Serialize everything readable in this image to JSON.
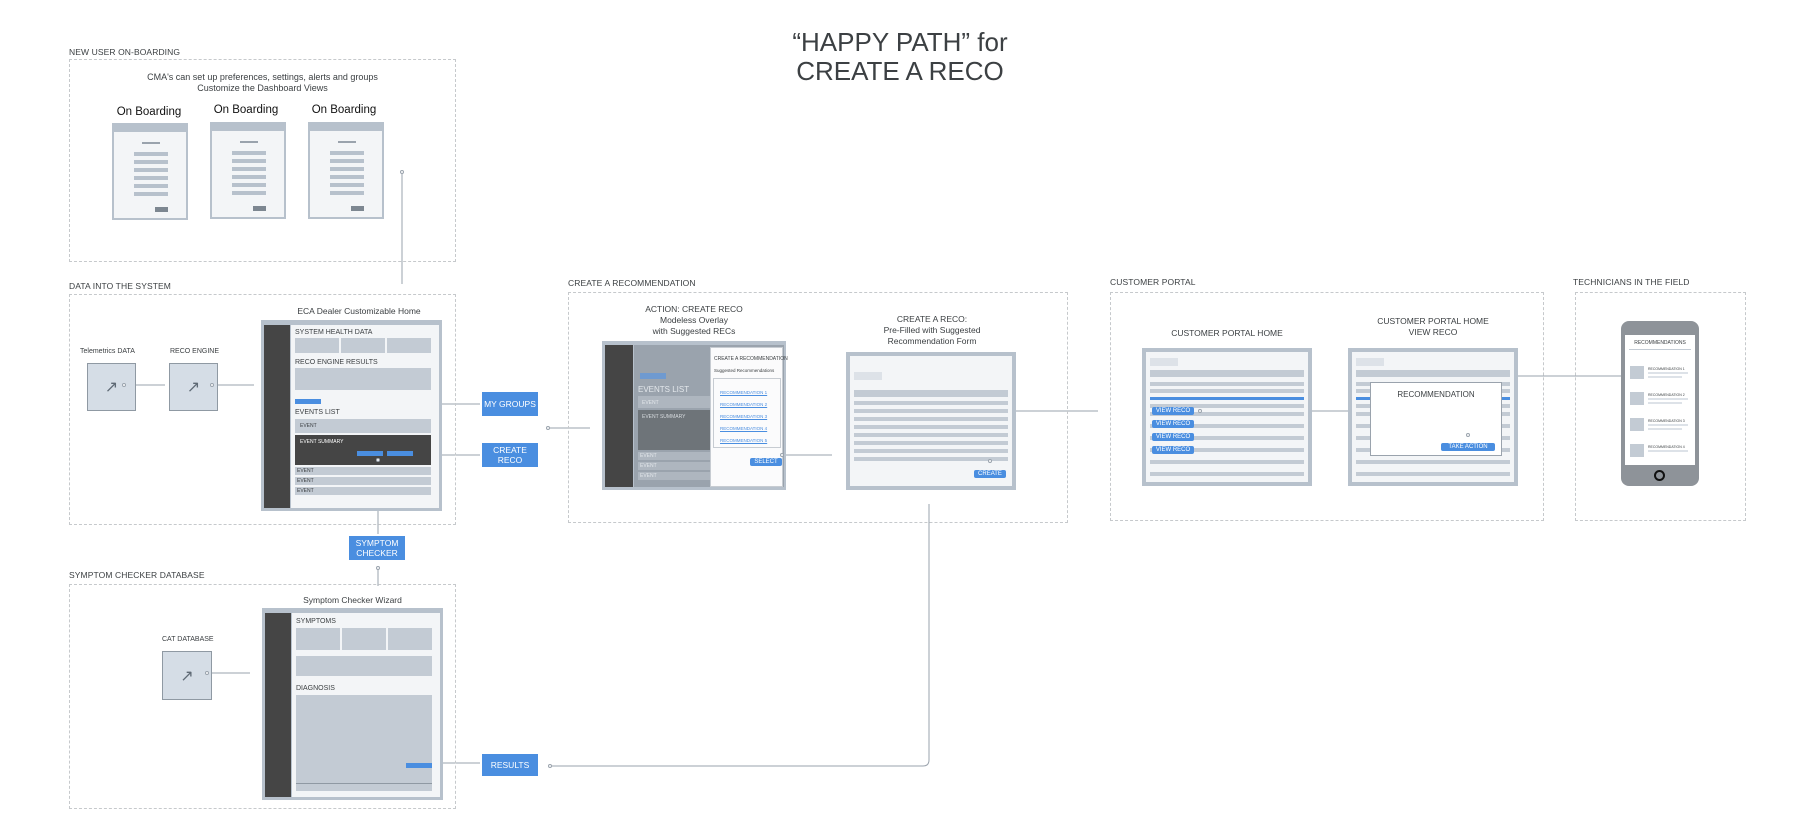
{
  "title": {
    "line1": "“HAPPY PATH” for",
    "line2": "CREATE A RECO"
  },
  "sections": {
    "onboarding": "NEW USER ON-BOARDING",
    "data": "DATA INTO THE SYSTEM",
    "symptom": "SYMPTOM CHECKER DATABASE",
    "create": "CREATE A RECOMMENDATION",
    "portal": "CUSTOMER PORTAL",
    "technicians": "TECHNICIANS IN THE FIELD"
  },
  "onboarding": {
    "desc1": "CMA's can set up preferences, settings, alerts and groups",
    "desc2": "Customize the Dashboard Views",
    "screens": [
      "On Boarding",
      "On Boarding",
      "On Boarding"
    ]
  },
  "data": {
    "telematics": "Telemetrics DATA",
    "reco_engine": "RECO ENGINE",
    "home_title": "ECA Dealer Customizable Home",
    "system_health": "SYSTEM HEALTH DATA",
    "reco_results": "RECO ENGINE RESULTS",
    "events_list": "EVENTS LIST",
    "event": "EVENT",
    "event_summary": "EVENT SUMMARY",
    "events_below": [
      "EVENT",
      "EVENT",
      "EVENT"
    ]
  },
  "tags": {
    "my_groups": "MY GROUPS",
    "create_reco": "CREATE RECO",
    "symptom_checker": "SYMPTOM CHECKER",
    "results": "RESULTS"
  },
  "symptom": {
    "cat_database": "CAT DATABASE",
    "wizard_title": "Symptom Checker Wizard",
    "symptoms": "SYMPTOMS",
    "diagnosis": "DIAGNOSIS"
  },
  "create": {
    "action_title": [
      "ACTION: CREATE RECO",
      "Modeless Overlay",
      "with Suggested RECs"
    ],
    "form_title": [
      "CREATE A RECO:",
      "Pre-Filled with Suggested",
      "Recommendation Form"
    ],
    "overlay_title": "CREATE A RECOMMENDATION",
    "overlay_sub": "Suggested Recommendations",
    "links": [
      "RECOMMENDATION 1",
      "RECOMMENDATION 2",
      "RECOMMENDATION 3",
      "RECOMMENDATION 4",
      "RECOMMENDATION 5"
    ],
    "events_list": "EVENTS LIST",
    "event": "EVENT",
    "event_summary": "EVENT SUMMARY",
    "events_below": [
      "EVENT",
      "EVENT",
      "EVENT"
    ],
    "select": "SELECT",
    "create_btn": "CREATE"
  },
  "portal": {
    "home_title": "CUSTOMER PORTAL HOME",
    "view_title": [
      "CUSTOMER PORTAL HOME",
      "VIEW RECO"
    ],
    "view_reco": [
      "VIEW RECO",
      "VIEW RECO",
      "VIEW RECO",
      "VIEW RECO"
    ],
    "recommendation": "RECOMMENDATION",
    "take_action": "TAKE ACTION"
  },
  "phone": {
    "header": "RECOMMENDATIONS",
    "items": [
      "RECOMMENDATION 1",
      "RECOMMENDATION 2",
      "RECOMMENDATION 3",
      "RECOMMENDATION 4"
    ]
  },
  "colors": {
    "accent": "#4a8ee0",
    "frame": "#b7c1cc",
    "dark": "#454545",
    "dashed": "#c6c9cc"
  }
}
